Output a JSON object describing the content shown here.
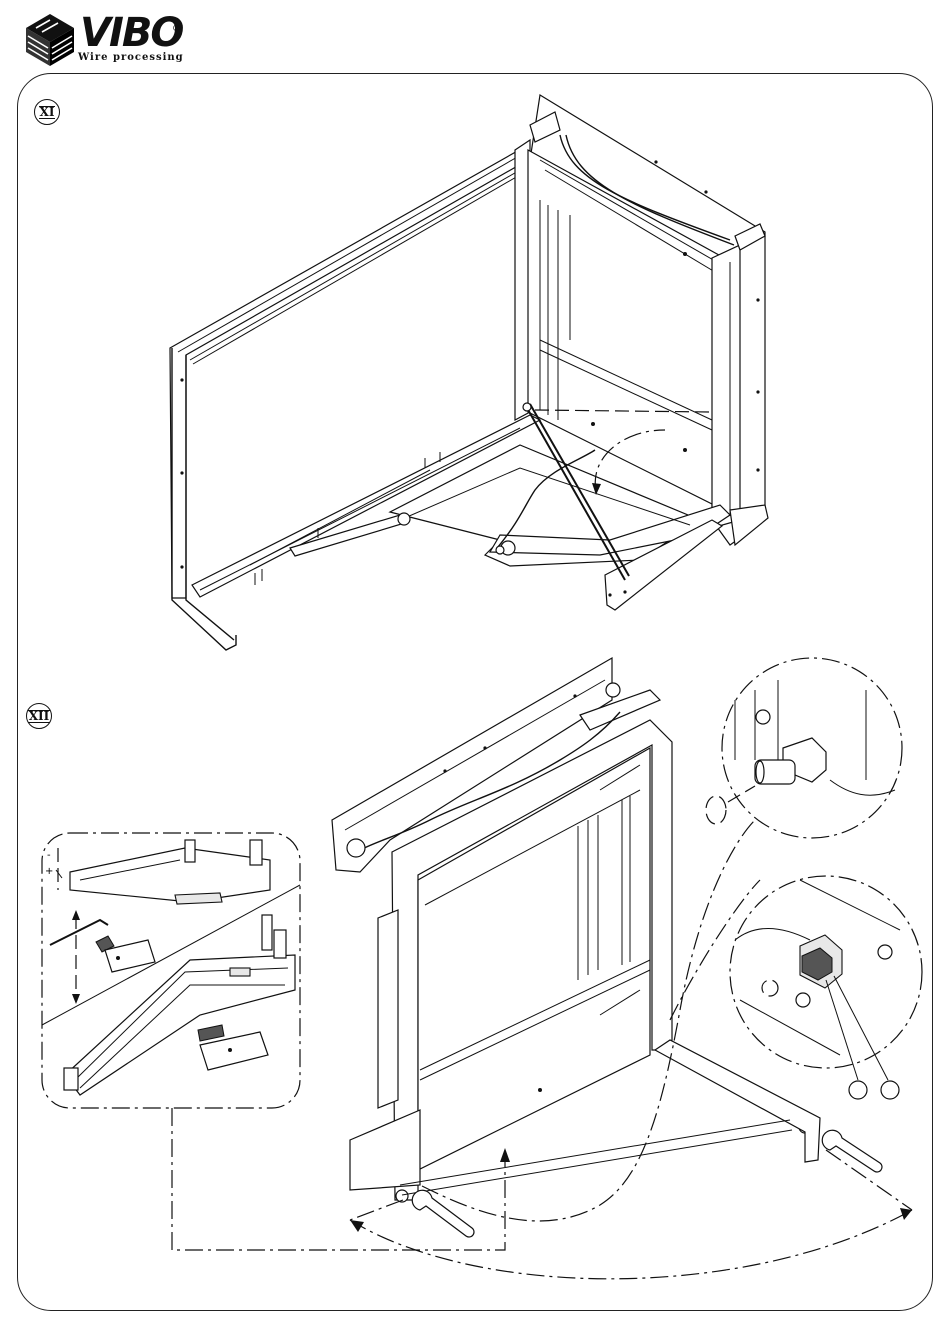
{
  "header": {
    "brand": "VIBO",
    "registered_mark": "®",
    "tagline": "Wire processing"
  },
  "steps": {
    "step_11": "XI",
    "step_12": "XII"
  },
  "icons": {
    "logo": "stacked-cube-logo-icon",
    "hex_key": "hex-key-icon",
    "wrench": "open-end-wrench-icon"
  },
  "detail": {
    "plus": "+",
    "minus": "-"
  }
}
